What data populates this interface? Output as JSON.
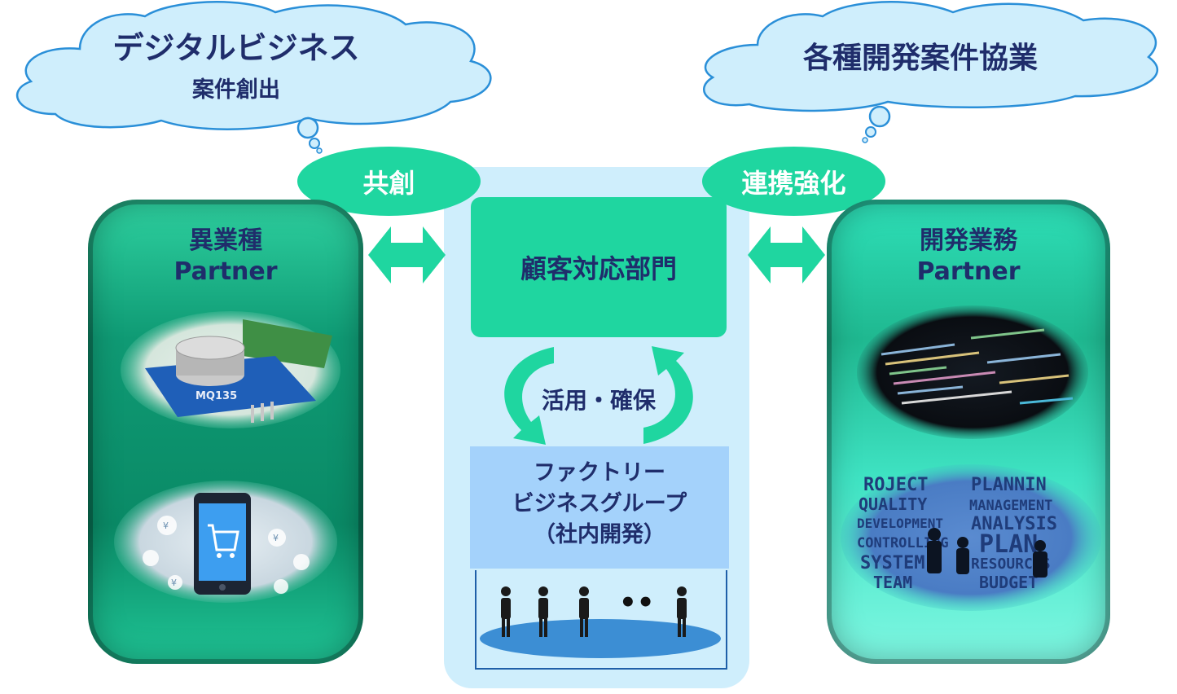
{
  "clouds": {
    "left": {
      "title": "デジタルビジネス",
      "subtitle": "案件創出"
    },
    "right": {
      "title": "各種開発案件協業"
    }
  },
  "tags": {
    "left": "共創",
    "right": "連携強化"
  },
  "partners": {
    "left": {
      "line1": "異業種",
      "line2": "Partner"
    },
    "right": {
      "line1": "開発業務",
      "line2": "Partner"
    }
  },
  "center": {
    "department": "顧客対応部門",
    "cycle_label": "活用・確保",
    "factory": {
      "line1": "ファクトリー",
      "line2": "ビジネスグループ",
      "line3": "（社内開発）"
    },
    "dots": "••"
  },
  "images": {
    "left_top": {
      "chip_text": "MQ135"
    },
    "right_bottom": {
      "words": [
        "ROJECT",
        "PLANNIN",
        "QUALITY",
        "MANAGEMENT",
        "DEVELOPMENT",
        "ANALYSIS",
        "CONTROLLING",
        "PLAN",
        "SYSTEM",
        "RESOURCES",
        "TEAM",
        "BUDGET"
      ]
    }
  },
  "colors": {
    "accent_green": "#1fd6a0",
    "panel_dark_green": "#0a8a66",
    "center_bg": "#cfeefc",
    "factory_bg": "#a4d2fb",
    "text_navy": "#1f2d6b"
  }
}
